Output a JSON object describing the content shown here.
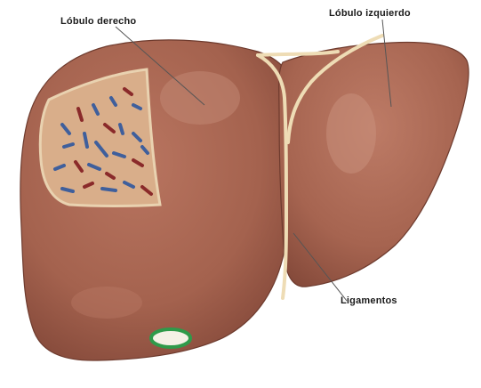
{
  "labels": {
    "right_lobe": "Lóbulo derecho",
    "left_lobe": "Lóbulo izquierdo",
    "ligaments": "Ligamentos"
  },
  "colors": {
    "liver": "#a4624e",
    "liver_dark": "#7e4436",
    "liver_light": "#c48a73",
    "ligament": "#eedcb5",
    "cutaway_bg": "#d9ae8a",
    "vessel_blue": "#3f5f9c",
    "vessel_red": "#8a2a2a",
    "gallbladder": "#2f9a4a",
    "leader_line": "#555555"
  }
}
